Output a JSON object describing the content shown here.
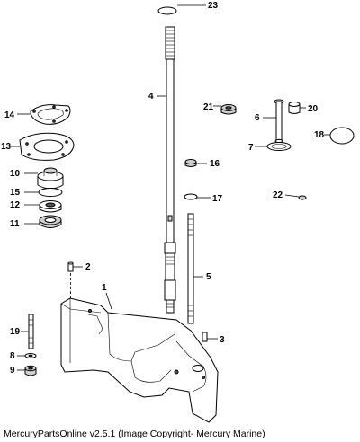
{
  "callouts": {
    "c1": "1",
    "c2": "2",
    "c3": "3",
    "c4": "4",
    "c5": "5",
    "c6": "6",
    "c7": "7",
    "c8": "8",
    "c9": "9",
    "c10": "10",
    "c11": "11",
    "c12": "12",
    "c13": "13",
    "c14": "14",
    "c15": "15",
    "c16": "16",
    "c17": "17",
    "c18": "18",
    "c19": "19",
    "c20": "20",
    "c21": "21",
    "c22": "22",
    "c23": "23"
  },
  "footer": "MercuryPartsOnline v2.5.1 (Image Copyright- Mercury Marine)"
}
